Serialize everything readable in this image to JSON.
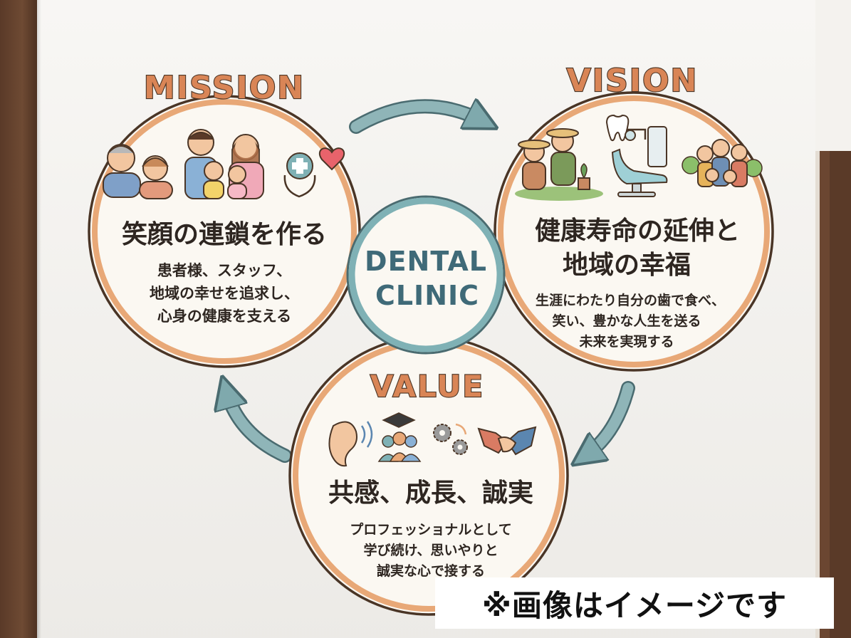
{
  "mission": {
    "title": "MISSION",
    "heading": "笑顔の連鎖を作る",
    "body": [
      "患者様、スタッフ、",
      "地域の幸せを追求し、",
      "心身の健康を支える"
    ]
  },
  "vision": {
    "title": "VISION",
    "heading": [
      "健康寿命の延伸と",
      "地域の幸福"
    ],
    "body": [
      "生涯にわたり自分の歯で食べ、",
      "笑い、豊かな人生を送る",
      "未来を実現する"
    ]
  },
  "value": {
    "title": "VALUE",
    "heading": "共感、成長、誠実",
    "body": [
      "プロフェッショナルとして",
      "学び続け、思いやりと",
      "誠実な心で接する"
    ]
  },
  "center": {
    "line1": "DENTAL",
    "line2": "CLINIC"
  },
  "caption": "※画像はイメージです",
  "colors": {
    "ring_orange": "#e8a877",
    "ring_dark": "#4a3526",
    "arrow_teal": "#7fa9ad",
    "center_teal": "#7fb1b5"
  },
  "icons": [
    "family-illustration",
    "medical-cross-icon",
    "heart-icon",
    "gardening-seniors-illustration",
    "tooth-icon",
    "dental-chair-illustration",
    "community-illustration",
    "ear-icon",
    "graduation-team-icon",
    "gears-icon",
    "handshake-icon"
  ]
}
